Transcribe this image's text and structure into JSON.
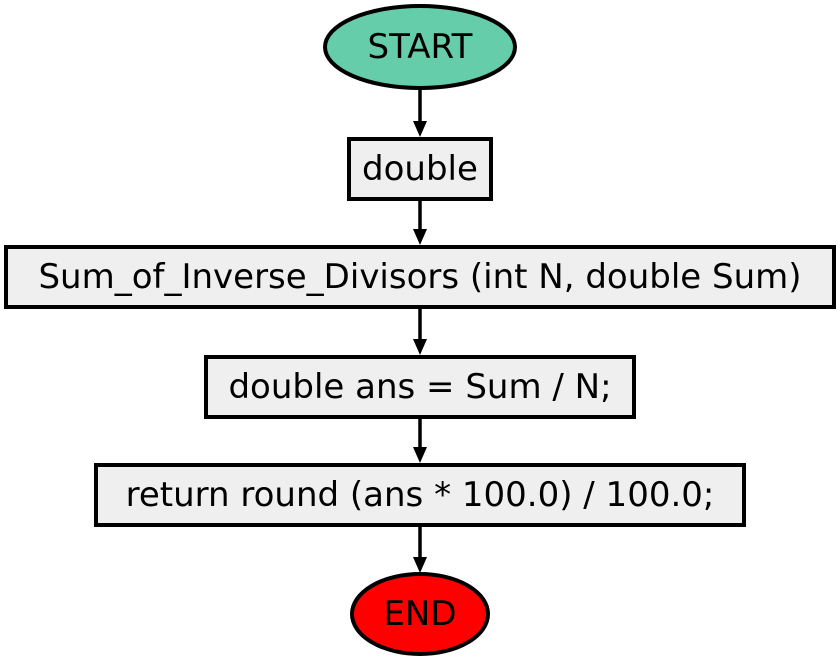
{
  "nodes": {
    "start": {
      "label": "START",
      "color": "#66cdaa"
    },
    "return_type": {
      "label": "double"
    },
    "signature": {
      "label": "Sum_of_Inverse_Divisors (int N, double Sum)"
    },
    "assign": {
      "label": "double ans = Sum / N;"
    },
    "return_stmt": {
      "label": "return round (ans * 100.0) / 100.0;"
    },
    "end": {
      "label": "END",
      "color": "#ff0000"
    }
  },
  "edges": [
    {
      "from": "START",
      "to": "double"
    },
    {
      "from": "double",
      "to": "Sum_of_Inverse_Divisors (int N, double Sum)"
    },
    {
      "from": "Sum_of_Inverse_Divisors (int N, double Sum)",
      "to": "double ans = Sum / N;"
    },
    {
      "from": "double ans = Sum / N;",
      "to": "return round (ans * 100.0) / 100.0;"
    },
    {
      "from": "return round (ans * 100.0) / 100.0;",
      "to": "END"
    }
  ]
}
